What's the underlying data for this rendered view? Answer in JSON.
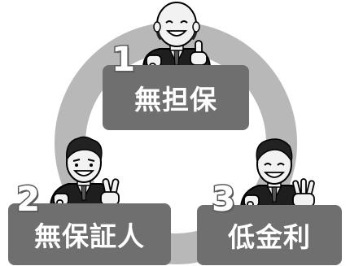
{
  "steps": [
    {
      "number": "1",
      "label": "無担保"
    },
    {
      "number": "2",
      "label": "無保証人"
    },
    {
      "number": "3",
      "label": "低金利"
    }
  ],
  "colors": {
    "ring": "#b8b8b8",
    "box": "#6f6f6f",
    "box_text": "#ffffff",
    "number_outline": "#5b5b5b"
  },
  "icons": [
    "ring-arrow",
    "bald-businessman-icon",
    "smiling-businessman-icon",
    "grinning-businessman-icon",
    "one-finger-hand-icon",
    "two-finger-hand-icon",
    "three-finger-hand-icon",
    "pointing-hand-icon"
  ]
}
